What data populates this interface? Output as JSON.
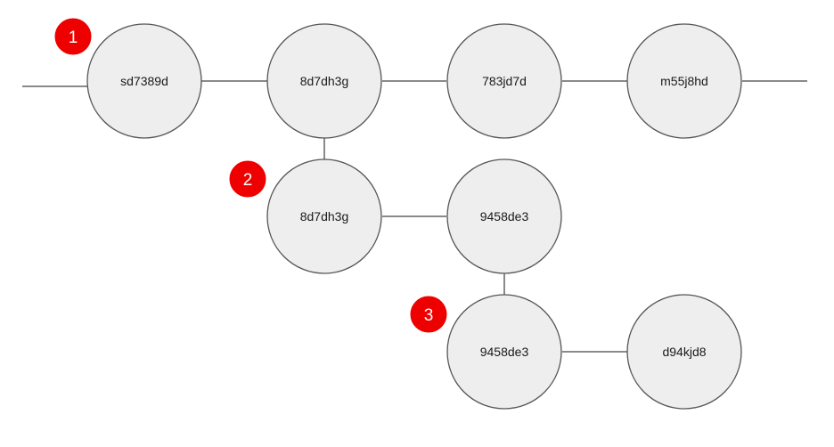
{
  "colors": {
    "node_fill": "#eeeeee",
    "node_stroke": "#555555",
    "connector": "#8a8a8a",
    "badge": "#ee0000",
    "badge_text": "#ffffff"
  },
  "nodes": [
    {
      "id": "n1",
      "label": "sd7389d"
    },
    {
      "id": "n2",
      "label": "8d7dh3g"
    },
    {
      "id": "n3",
      "label": "783jd7d"
    },
    {
      "id": "n4",
      "label": "m55j8hd"
    },
    {
      "id": "n5",
      "label": "8d7dh3g"
    },
    {
      "id": "n6",
      "label": "9458de3"
    },
    {
      "id": "n7",
      "label": "9458de3"
    },
    {
      "id": "n8",
      "label": "d94kjd8"
    }
  ],
  "edges": [
    {
      "from": "n1",
      "to": "n2"
    },
    {
      "from": "n2",
      "to": "n3"
    },
    {
      "from": "n3",
      "to": "n4"
    },
    {
      "from": "n2",
      "to": "n5"
    },
    {
      "from": "n5",
      "to": "n6"
    },
    {
      "from": "n6",
      "to": "n7"
    },
    {
      "from": "n7",
      "to": "n8"
    }
  ],
  "badges": [
    {
      "label": "1"
    },
    {
      "label": "2"
    },
    {
      "label": "3"
    }
  ]
}
